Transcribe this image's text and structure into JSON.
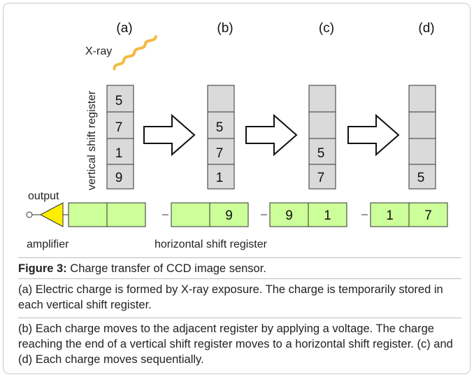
{
  "diagram": {
    "panels": [
      {
        "label": "(a)",
        "vertical": [
          "5",
          "7",
          "1",
          "9"
        ],
        "horizontal": [
          "",
          ""
        ]
      },
      {
        "label": "(b)",
        "vertical": [
          "",
          "5",
          "7",
          "1"
        ],
        "horizontal": [
          "",
          "9"
        ]
      },
      {
        "label": "(c)",
        "vertical": [
          "",
          "",
          "5",
          "7"
        ],
        "horizontal": [
          "9",
          "1"
        ]
      },
      {
        "label": "(d)",
        "vertical": [
          "",
          "",
          "",
          "5"
        ],
        "horizontal": [
          "1",
          "7"
        ]
      }
    ],
    "xray_label": "X-ray",
    "vertical_register_label": "vertical shift register",
    "horizontal_register_label": "horizontal shift register",
    "output_label": "output",
    "amplifier_label": "amplifier",
    "colors": {
      "vertical_cell": "#dadada",
      "horizontal_cell": "#ccff99",
      "amplifier": "#ffee00",
      "xray": "#f5b942"
    }
  },
  "caption": {
    "title": "Figure 3:",
    "title_text": " Charge transfer of CCD image sensor.",
    "para_a": "(a) Electric charge is formed by X-ray exposure. The charge is temporarily stored in each vertical shift register.",
    "para_b": "(b) Each charge moves to the adjacent register by applying a voltage. The charge reaching the end of a vertical shift register moves to a horizontal shift register. (c) and (d) Each charge moves sequentially."
  }
}
